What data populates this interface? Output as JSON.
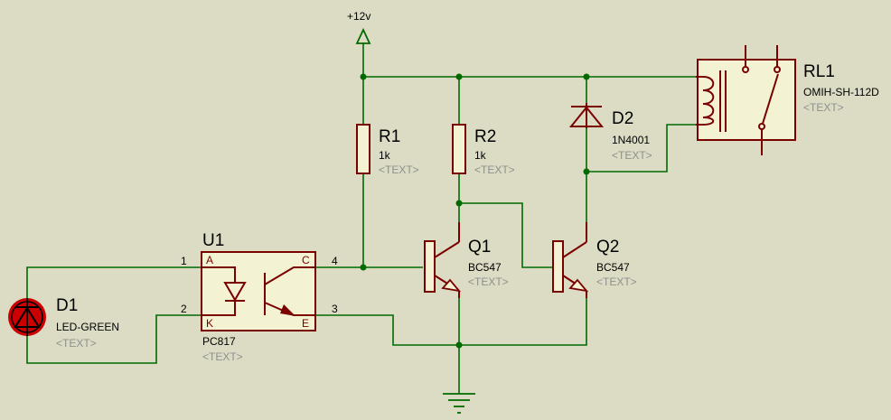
{
  "power": {
    "label": "+12v"
  },
  "components": {
    "R1": {
      "ref": "R1",
      "value": "1k",
      "text": "<TEXT>"
    },
    "R2": {
      "ref": "R2",
      "value": "1k",
      "text": "<TEXT>"
    },
    "D2": {
      "ref": "D2",
      "value": "1N4001",
      "text": "<TEXT>"
    },
    "RL1": {
      "ref": "RL1",
      "value": "OMIH-SH-112D",
      "text": "<TEXT>"
    },
    "Q1": {
      "ref": "Q1",
      "value": "BC547",
      "text": "<TEXT>"
    },
    "Q2": {
      "ref": "Q2",
      "value": "BC547",
      "text": "<TEXT>"
    },
    "U1": {
      "ref": "U1",
      "value": "PC817",
      "text": "<TEXT>",
      "pins": {
        "p1": "1",
        "p2": "2",
        "p3": "3",
        "p4": "4",
        "A": "A",
        "K": "K",
        "C": "C",
        "E": "E"
      }
    },
    "D1": {
      "ref": "D1",
      "value": "LED-GREEN",
      "text": "<TEXT>"
    }
  },
  "colors": {
    "wire": "#006a00",
    "part": "#7a0000",
    "fill": "#f3f3d3",
    "background": "#dcdcc4",
    "led_glow": "#cc0000"
  }
}
